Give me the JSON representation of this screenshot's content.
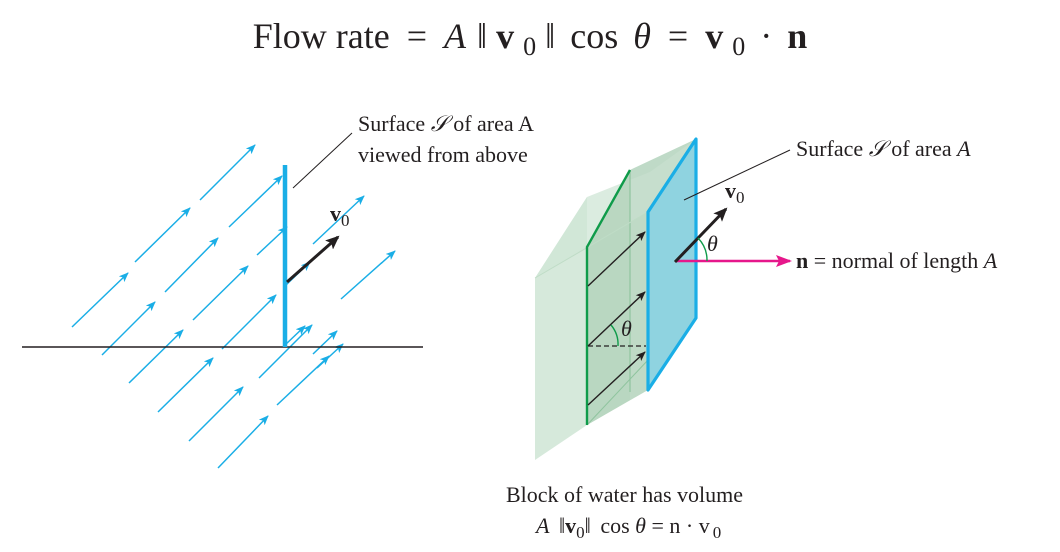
{
  "title": {
    "parts": [
      "Flow rate",
      "=",
      "A",
      "‖",
      "v",
      "0",
      "‖",
      "cos",
      "θ",
      "=",
      "v",
      "0",
      "·",
      "n"
    ]
  },
  "left_diagram": {
    "surface_label_line1": "Surface",
    "surface_label_symbol": "𝒮",
    "surface_label_line1_tail": "of area A",
    "surface_label_line2": "viewed from above",
    "velocity_label": "v",
    "velocity_subscript": "0"
  },
  "right_diagram": {
    "surface_label_prefix": "Surface",
    "surface_label_symbol": "𝒮",
    "surface_label_mid": "of area",
    "surface_label_var": "A",
    "velocity_label": "v",
    "velocity_subscript": "0",
    "angle_label_top": "θ",
    "angle_label_inner": "θ",
    "normal_label_bold": "n",
    "normal_label_rest": "= normal of length",
    "normal_label_var": "A",
    "caption_line1": "Block of water has volume",
    "caption_line2": {
      "A": "A",
      "norm_open": "‖",
      "v": "v",
      "sub": "0",
      "norm_close": "‖",
      "cos": "cos",
      "theta": "θ",
      "rest": "= n · v",
      "rest_sub": "0"
    }
  },
  "colors": {
    "flow_arrow": "#1aaee6",
    "surface_edge": "#1aaee6",
    "surface_fill": "#8fd3e0",
    "block_fill": "#cfe5d5",
    "block_dark_fill": "#b8d6c0",
    "block_edge": "#0f9b4a",
    "normal_vector": "#e6178b",
    "velocity_vector": "#231f20",
    "angle_arc": "#0f9b4a"
  }
}
